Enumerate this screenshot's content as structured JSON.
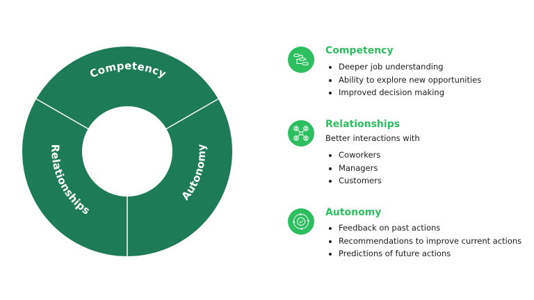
{
  "colors": {
    "donut_fill": "#1e7b57",
    "divider": "#ffffff",
    "accent": "#2dbe60",
    "text": "#1a1a1a"
  },
  "donut": {
    "segments": [
      {
        "label": "Competency",
        "share": 0.3333
      },
      {
        "label": "Autonomy",
        "share": 0.3333
      },
      {
        "label": "Relationships",
        "share": 0.3333
      }
    ]
  },
  "sections": [
    {
      "icon": "flowchart-icon",
      "title": "Competency",
      "intro": "",
      "bullets": [
        "Deeper job understanding",
        "Ability to explore new opportunities",
        "Improved decision making"
      ]
    },
    {
      "icon": "people-network-icon",
      "title": "Relationships",
      "intro": "Better interactions with",
      "bullets": [
        "Coworkers",
        "Managers",
        "Customers"
      ]
    },
    {
      "icon": "cycle-check-icon",
      "title": "Autonomy",
      "intro": "",
      "bullets": [
        "Feedback on past actions",
        "Recommendations to improve current actions",
        "Predictions of future actions"
      ]
    }
  ]
}
